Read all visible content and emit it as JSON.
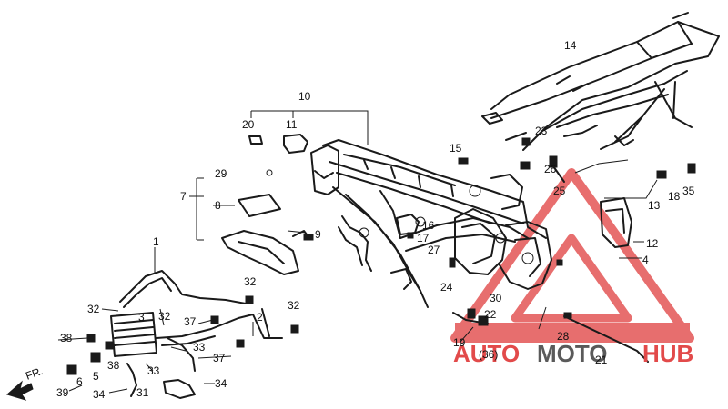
{
  "colors": {
    "line": "#1a1a1a",
    "watermark_red": "#e24a4a",
    "watermark_gray": "#5a5a5a"
  },
  "front_arrow": {
    "label": "FR."
  },
  "watermark": {
    "part1": "AUTO",
    "part2": "MOTO",
    "part3": "HUB"
  },
  "labels": {
    "l1": "1",
    "l2": "2",
    "l3": "3",
    "l4": "4",
    "l5": "5",
    "l6": "6",
    "l7": "7",
    "l8": "8",
    "l9": "9",
    "l10": "10",
    "l11": "11",
    "l12": "12",
    "l13": "13",
    "l14": "14",
    "l15": "15",
    "l16": "16",
    "l17": "17",
    "l18": "18",
    "l19": "19",
    "l20": "20",
    "l21": "21",
    "l22": "22",
    "l23": "23",
    "l24": "24",
    "l25": "25",
    "l26": "26",
    "l27": "27",
    "l28": "28",
    "l29": "29",
    "l30": "30",
    "l32a": "32",
    "l32b": "32",
    "l32c": "32",
    "l32d": "32",
    "l33a": "33",
    "l33b": "33",
    "l34a": "34",
    "l34b": "34",
    "l35": "35",
    "l36": "(36)",
    "l37a": "37",
    "l37b": "37",
    "l38a": "38",
    "l38b": "38",
    "l39": "39",
    "l31": "31"
  }
}
